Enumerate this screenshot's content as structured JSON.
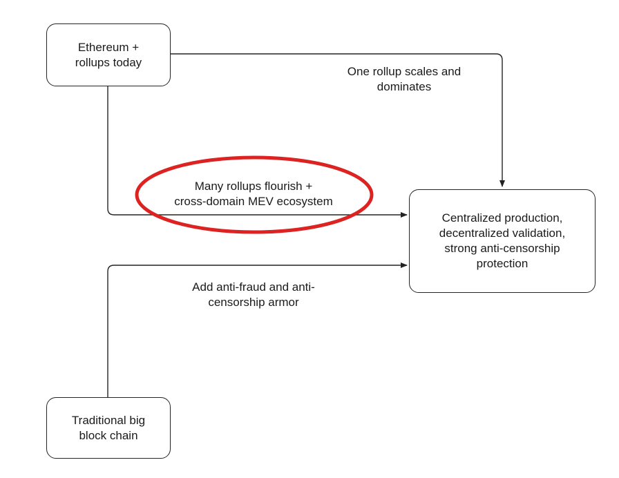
{
  "nodes": {
    "ethereum": {
      "lines": [
        "Ethereum +",
        "rollups today"
      ]
    },
    "traditional": {
      "lines": [
        "Traditional big",
        "block chain"
      ]
    },
    "centralized": {
      "lines": [
        "Centralized production,",
        "decentralized validation,",
        "strong anti-censorship",
        "protection"
      ]
    }
  },
  "edge_labels": {
    "one_rollup": {
      "lines": [
        "One rollup scales and",
        "dominates"
      ]
    },
    "many_rollups": {
      "lines": [
        "Many rollups flourish +",
        "cross-domain MEV ecosystem"
      ]
    },
    "anti_fraud": {
      "lines": [
        "Add anti-fraud and anti-",
        "censorship armor"
      ]
    }
  },
  "colors": {
    "stroke": "#222222",
    "highlight": "#dd2222"
  }
}
